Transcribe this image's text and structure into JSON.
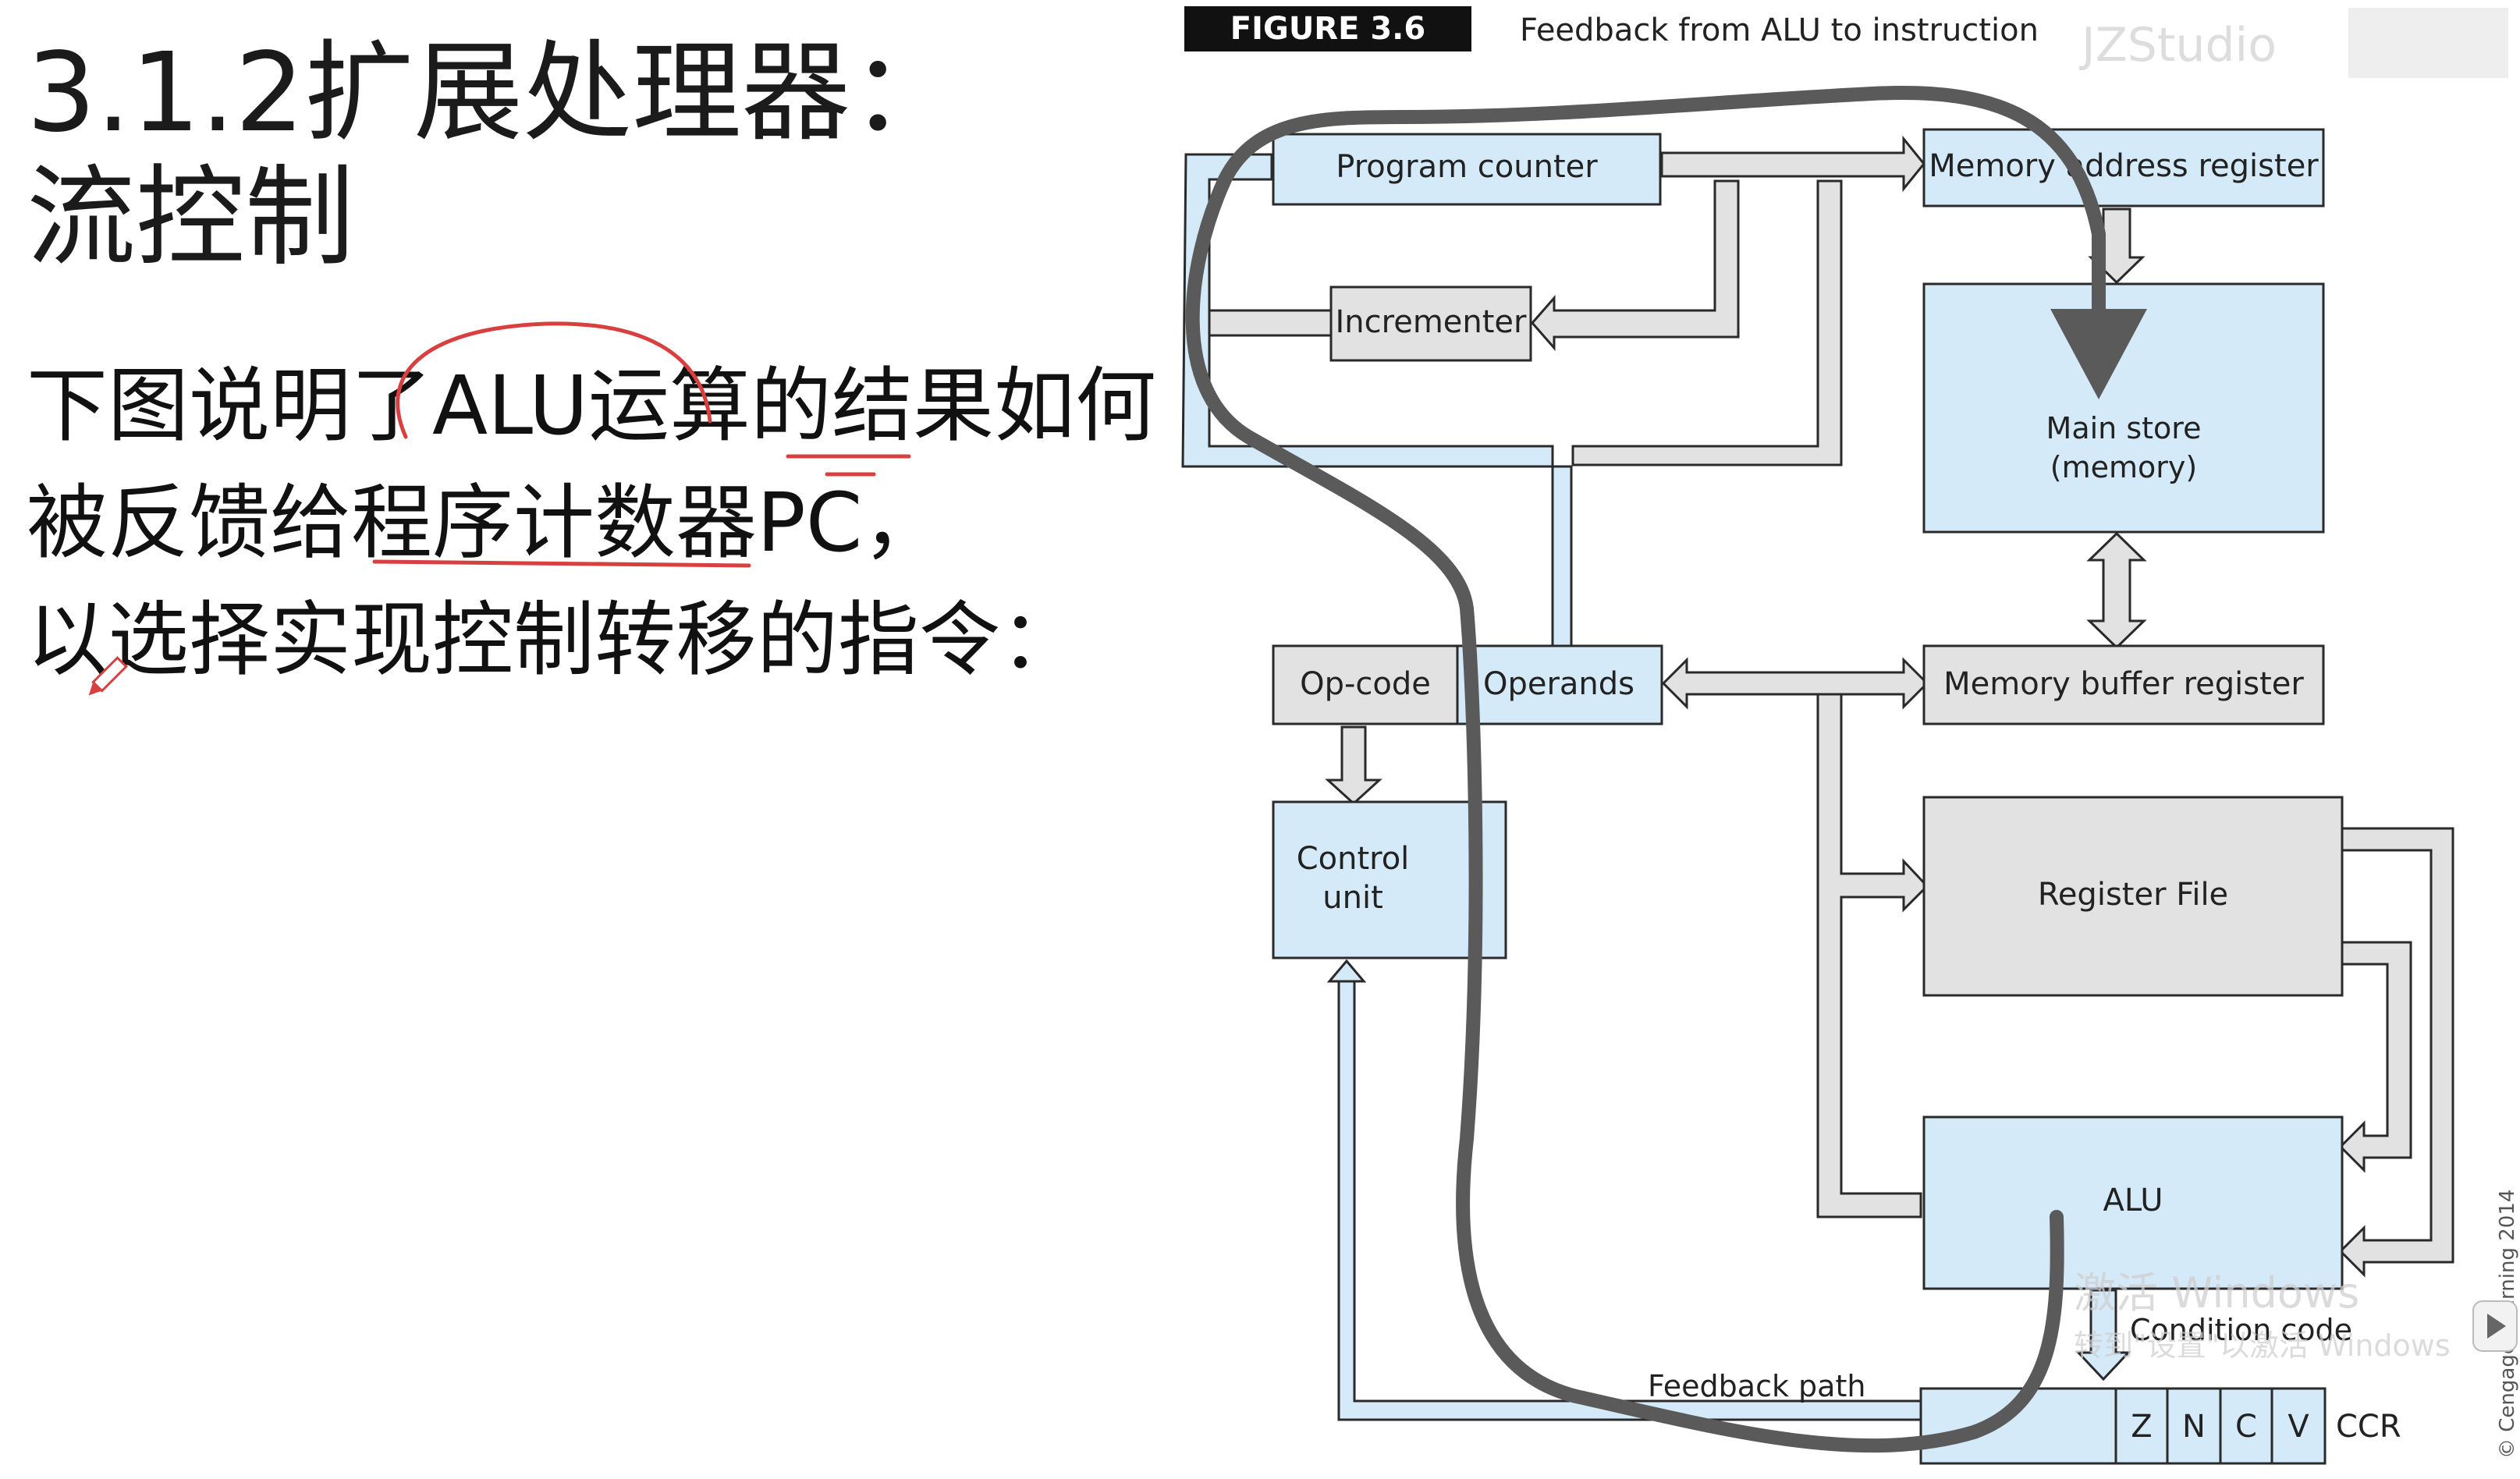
{
  "slide": {
    "title_line1": "3.1.2扩展处理器：",
    "title_line2": "流控制",
    "body_line1": "下图说明了ALU运算的结果如何",
    "body_line2": "被反馈给程序计数器PC，",
    "body_line3": "以选择实现控制转移的指令："
  },
  "figure": {
    "number": "FIGURE 3.6",
    "caption": "Feedback from ALU to instruction",
    "blocks": {
      "program_counter": "Program counter",
      "incrementer": "Incrementer",
      "mar": "Memory address register",
      "main_store_line1": "Main store",
      "main_store_line2": "(memory)",
      "opcode": "Op-code",
      "operands": "Operands",
      "mbr": "Memory buffer register",
      "control_unit_line1": "Control",
      "control_unit_line2": "unit",
      "register_file": "Register File",
      "alu": "ALU",
      "condition_code": "Condition code",
      "feedback_path": "Feedback path",
      "ccr": "CCR",
      "flags": [
        "Z",
        "N",
        "C",
        "V"
      ]
    },
    "watermark_top": "JZStudio",
    "watermark_activate_line1": "激活 Windows",
    "watermark_activate_line2": "转到\"设置\"以激活 Windows",
    "side_copyright": "© Cengage Learning 2014"
  },
  "colors": {
    "block_blue": "#d5eaf8",
    "block_gray": "#e2e2e2",
    "path_gray": "#5a5a5a",
    "ink_red": "#d84040",
    "figure_label_bg": "#111111"
  }
}
